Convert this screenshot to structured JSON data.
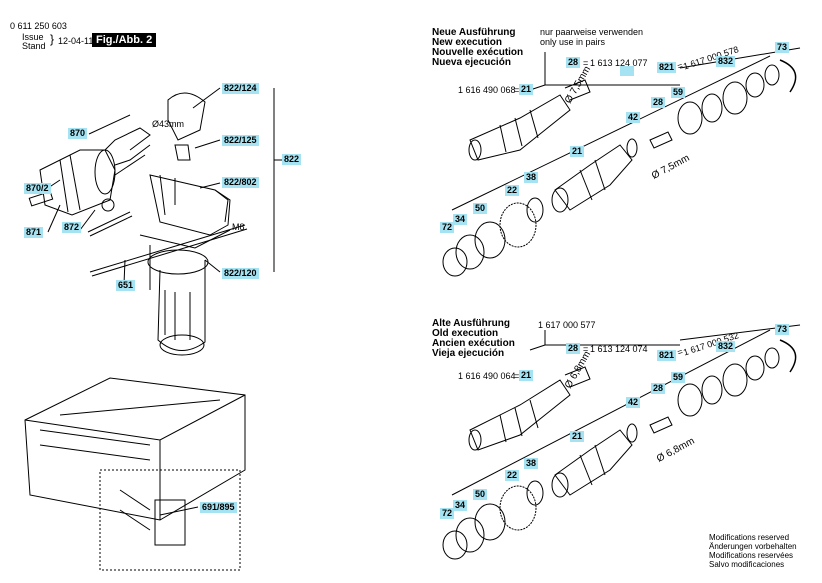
{
  "header": {
    "part_number": "0 611 250 603",
    "issue_label": "Issue",
    "stand_label": "Stand",
    "date": "12-04-11",
    "figure_label": "Fig./Abb. 2"
  },
  "left": {
    "labels": [
      "822/124",
      "870",
      "822/125",
      "822",
      "870/2",
      "822/802",
      "871",
      "872",
      "822/120",
      "651",
      "691/895"
    ],
    "dia_43": "Ø43mm",
    "m8": "M8"
  },
  "top": {
    "headings": [
      "Neue Ausführung",
      "New execution",
      "Nouvelle exécution",
      "Nueva ejecución"
    ],
    "note_de": "nur paarweise verwenden",
    "note_en": "only use in pairs",
    "part_1616": "1 616 490 068",
    "part_28": "1 613 124 077",
    "part_821": "1 617 000 578",
    "dia_a": "Ø 7,5mm",
    "dia_b": "Ø 7,5mm",
    "tags": [
      "21",
      "28",
      "73",
      "821",
      "832",
      "59",
      "28",
      "42",
      "21",
      "38",
      "22",
      "50",
      "34",
      "72"
    ]
  },
  "bottom": {
    "headings": [
      "Alte Ausführung",
      "Old execution",
      "Ancien exécution",
      "Vieja ejecución"
    ],
    "part_1617": "1 617 000 577",
    "part_1616": "1 616 490 064",
    "part_28": "1 613 124 074",
    "part_821": "1 617 000 532",
    "dia_a": "Ø 6,8mm",
    "dia_b": "Ø 6,8mm",
    "tags": [
      "21",
      "28",
      "73",
      "821",
      "832",
      "59",
      "28",
      "42",
      "21",
      "38",
      "22",
      "50",
      "34",
      "72"
    ]
  },
  "footer": [
    "Modifications reserved",
    "Änderungen vorbehalten",
    "Modifications reservées",
    "Salvo modificaciones"
  ]
}
